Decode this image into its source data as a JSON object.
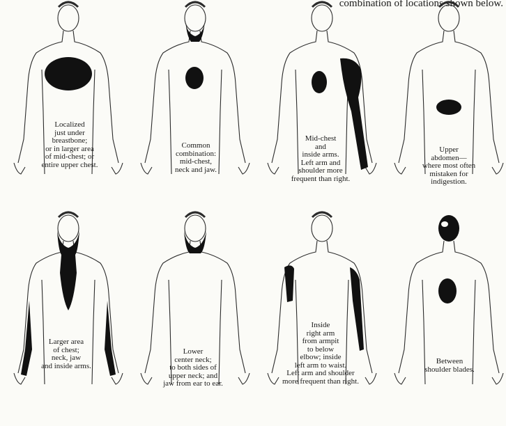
{
  "header_text": "combination of locations shown below.",
  "colors": {
    "ink": "#111111",
    "skin_line": "#2b2b2b",
    "background": "#fbfbf7"
  },
  "panels": [
    {
      "id": "localized",
      "view": "front",
      "caption": [
        "Localized",
        "just under",
        "breastbone;",
        "or in larger area",
        "of mid-chest; or",
        "entire upper chest."
      ]
    },
    {
      "id": "common",
      "view": "front",
      "caption": [
        "Common",
        "combination:",
        "mid-chest,",
        "neck and jaw."
      ]
    },
    {
      "id": "mid-chest-arm",
      "view": "front",
      "caption": [
        "Mid-chest",
        "and",
        "inside arms.",
        "Left arm and",
        "shoulder more",
        "frequent than right."
      ]
    },
    {
      "id": "upper-abdomen",
      "view": "front",
      "caption": [
        "Upper",
        "abdomen—",
        "where most often",
        "mistaken for",
        "indigestion."
      ]
    },
    {
      "id": "larger-area",
      "view": "front",
      "caption": [
        "Larger area",
        "of chest;",
        "neck, jaw",
        "and inside arms."
      ]
    },
    {
      "id": "lower-neck",
      "view": "front",
      "caption": [
        "Lower",
        "center neck;",
        "to both sides of",
        "upper neck; and",
        "jaw from ear to ear."
      ]
    },
    {
      "id": "inside-right-arm",
      "view": "front",
      "caption": [
        "Inside",
        "right arm",
        "from armpit",
        "to below",
        "elbow; inside",
        "left arm to waist.",
        "Left arm and shoulder",
        "more frequent than right."
      ]
    },
    {
      "id": "between-shoulders",
      "view": "back",
      "caption": [
        "Between",
        "shoulder blades."
      ]
    }
  ]
}
